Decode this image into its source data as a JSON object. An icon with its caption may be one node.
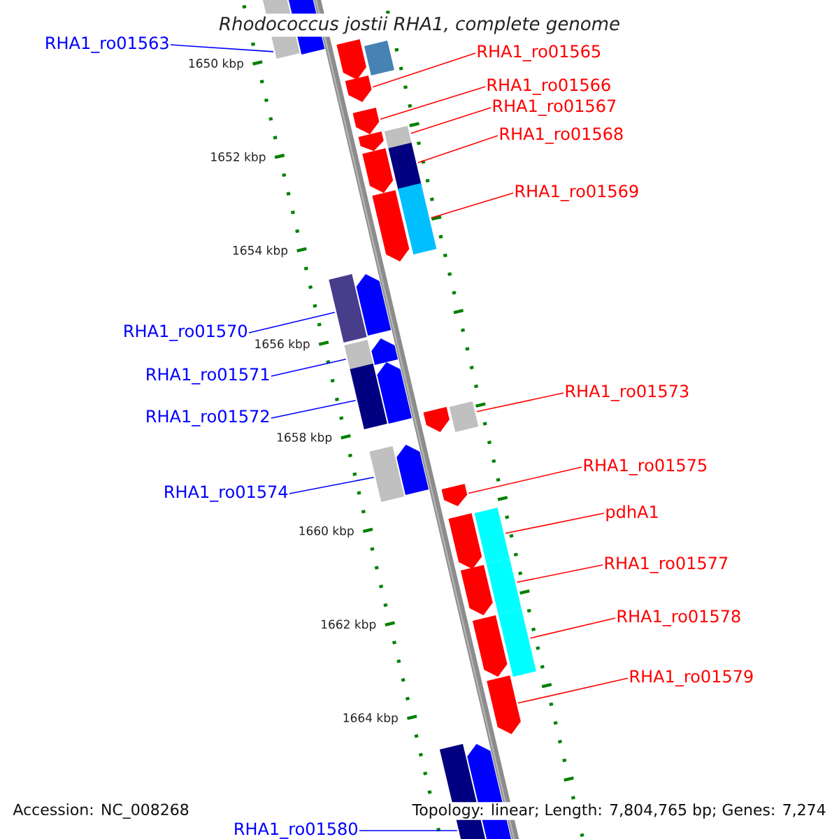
{
  "diagram": {
    "title": "Rhodococcus jostii RHA1, complete genome",
    "nodes": [
      {
        "text": [
          "RHA1_ro01563"
        ]
      },
      {
        "text": [
          "RHA1_ro01565"
        ]
      },
      {
        "text": [
          "RHA1_ro01566"
        ]
      },
      {
        "text": [
          "RHA1_ro01567"
        ]
      },
      {
        "text": [
          "RHA1_ro01568"
        ]
      },
      {
        "text": [
          "RHA1_ro01569"
        ]
      },
      {
        "text": [
          "RHA1_ro01570"
        ]
      },
      {
        "text": [
          "RHA1_ro01571"
        ]
      },
      {
        "text": [
          "RHA1_ro01573"
        ]
      },
      {
        "text": [
          "RHA1_ro01572"
        ]
      },
      {
        "text": [
          "RHA1_ro01575"
        ]
      },
      {
        "text": [
          "RHA1_ro01574"
        ]
      },
      {
        "text": [
          "pdhA1"
        ]
      },
      {
        "text": [
          "RHA1_ro01577"
        ]
      },
      {
        "text": [
          "RHA1_ro01578"
        ]
      },
      {
        "text": [
          "RHA1_ro01579"
        ]
      },
      {
        "text": [
          "RHA1_ro01580"
        ]
      },
      {
        "text": [],
        "shape": "arrow"
      },
      {
        "text": [],
        "shape": "arrow"
      },
      {
        "text": [],
        "shape": "arrow"
      },
      {
        "text": [],
        "shape": "arrow"
      },
      {
        "text": [],
        "shape": "arrow"
      },
      {
        "text": [],
        "shape": "arrow"
      },
      {
        "text": [],
        "shape": "arrow"
      },
      {
        "text": [],
        "shape": "arrow"
      },
      {
        "text": [],
        "shape": "arrow"
      },
      {
        "text": [],
        "shape": "arrow"
      },
      {
        "text": [],
        "shape": "arrow"
      },
      {
        "text": [],
        "shape": "arrow"
      },
      {
        "text": [],
        "shape": "arrow"
      },
      {
        "text": [],
        "shape": "arrow"
      },
      {
        "text": [],
        "shape": "arrow"
      },
      {
        "text": [],
        "shape": "arrow"
      },
      {
        "text": [],
        "shape": "arrow"
      },
      {
        "text": [],
        "shape": "arrow"
      }
    ],
    "edges": [
      {
        "from": 0,
        "to": 17,
        "arrow": "none",
        "color": "#0000ff"
      },
      {
        "from": 1,
        "to": 19,
        "arrow": "none"
      },
      {
        "from": 2,
        "to": 20,
        "arrow": "none"
      },
      {
        "from": 3,
        "to": 21,
        "arrow": "none"
      },
      {
        "from": 4,
        "to": 22,
        "arrow": "none"
      },
      {
        "from": 5,
        "to": 23,
        "arrow": "none"
      },
      {
        "from": 6,
        "to": 24,
        "arrow": "none",
        "color": "#0000ff"
      },
      {
        "from": 7,
        "to": 25,
        "arrow": "none",
        "color": "#0000ff"
      },
      {
        "from": 8,
        "to": 27,
        "arrow": "none"
      },
      {
        "from": 9,
        "to": 26,
        "arrow": "none",
        "color": "#0000ff"
      },
      {
        "from": 10,
        "to": 29,
        "arrow": "none"
      },
      {
        "from": 11,
        "to": 28,
        "arrow": "none",
        "color": "#0000ff"
      },
      {
        "from": 12,
        "to": 30,
        "arrow": "none"
      },
      {
        "from": 13,
        "to": 31,
        "arrow": "none"
      },
      {
        "from": 14,
        "to": 32,
        "arrow": "none"
      },
      {
        "from": 15,
        "to": 33,
        "arrow": "none"
      },
      {
        "from": 16,
        "to": 34,
        "arrow": "none",
        "color": "#0000ff"
      }
    ],
    "labels": [
      "1650 kbp",
      "1652 kbp",
      "1654 kbp",
      "1656 kbp",
      "1658 kbp",
      "1660 kbp",
      "1662 kbp",
      "1664 kbp",
      "Accession: NC_008268",
      "Topology: linear; Length: 7,804,765 bp; Genes: 7,274"
    ]
  }
}
